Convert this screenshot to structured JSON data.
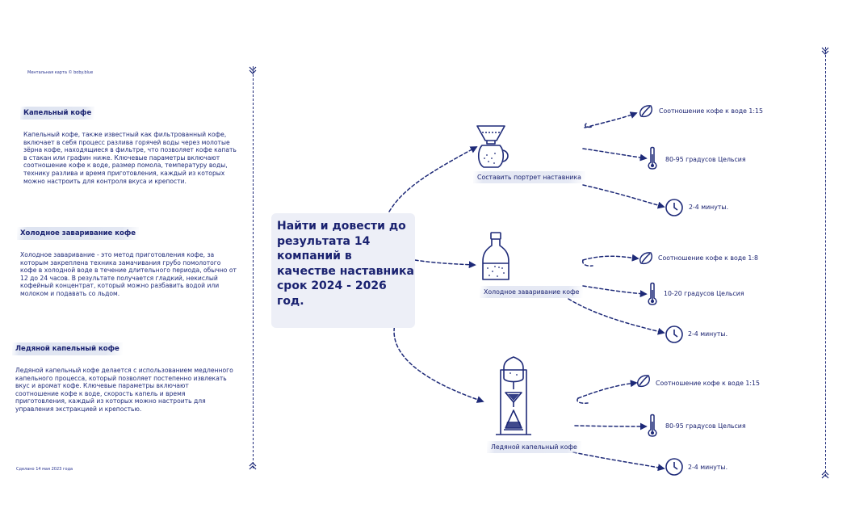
{
  "credit": "Ментальная карта © boby.blue",
  "made_date": "Сделано 14 мая 2023 года",
  "sections": [
    {
      "title": "Капельный кофе",
      "body": "Капельный кофе, также известный как фильтрованный кофе, включает в себя процесс разлива горячей воды через молотые зёрна кофе, находящиеся в фильтре, что позволяет кофе капать в стакан или графин ниже. Ключевые параметры включают соотношение кофе к воде, размер помола, температуру воды, технику разлива и время приготовления, каждый из которых можно настроить для контроля вкуса и крепости."
    },
    {
      "title": "Холодное заваривание кофе",
      "body": "Холодное заваривание - это метод приготовления кофе, за которым закреплена техника замачивания грубо помолотого кофе в холодной воде в течение длительного периода, обычно от 12 до 24 часов. В результате получается гладкий, некислый кофейный концентрат, который можно разбавить водой или молоком и подавать со льдом."
    },
    {
      "title": "Ледяной капельный кофе",
      "body": "Ледяной капельный кофе делается с использованием медленного капельного процесса, который позволяет постепенно извлекать вкус и аромат кофе. Ключевые параметры включают соотношение кофе к воде, скорость капель и время приготовления, каждый из которых можно настроить для управления экстракцией и крепостью."
    }
  ],
  "center_text": "Найти и довести до результата 14 компаний в качестве наставника срок 2024 - 2026 год.",
  "branches": [
    {
      "label": "Составить портрет наставника",
      "icon": "pour-over-icon",
      "leaves": [
        {
          "icon": "coffee-bean-icon",
          "text": "Соотношение кофе к воде 1:15"
        },
        {
          "icon": "thermometer-icon",
          "text": "80-95 градусов Цельсия"
        },
        {
          "icon": "clock-icon",
          "text": "2-4 минуты."
        }
      ]
    },
    {
      "label": "Холодное заваривание кофе",
      "icon": "bottle-icon",
      "leaves": [
        {
          "icon": "coffee-bean-icon",
          "text": "Соотношение кофе к воде 1:8"
        },
        {
          "icon": "thermometer-icon",
          "text": "10-20 градусов Цельсия"
        },
        {
          "icon": "clock-icon",
          "text": "2-4 минуты."
        }
      ]
    },
    {
      "label": "Ледяной капельный кофе",
      "icon": "cold-drip-tower-icon",
      "leaves": [
        {
          "icon": "coffee-bean-icon",
          "text": "Соотношение кофе к воде 1:15"
        },
        {
          "icon": "thermometer-icon",
          "text": "80-95 градусов Цельсия"
        },
        {
          "icon": "clock-icon",
          "text": "2-4 минуты."
        }
      ]
    }
  ],
  "colors": {
    "ink": "#1e2a78",
    "box": "#edeff7"
  }
}
